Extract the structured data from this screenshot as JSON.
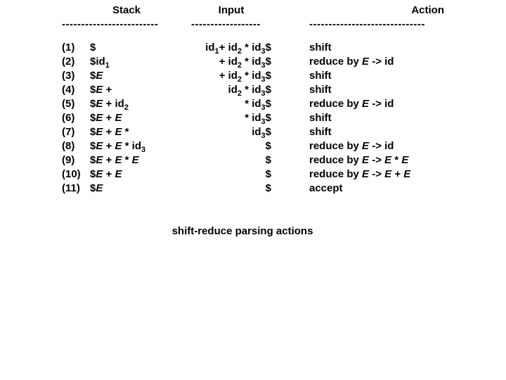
{
  "page": {
    "caption": "shift-reduce parsing actions"
  },
  "table": {
    "header": {
      "stack": "Stack",
      "input": "Input",
      "action": "Action"
    },
    "rules": {
      "stack": "-------------------------",
      "input": "------------------",
      "action": "------------------------------"
    },
    "rows": [
      {
        "num": "(1)",
        "stack": "$",
        "input": "id_1+ id_2 * id_3$",
        "action": "shift"
      },
      {
        "num": "(2)",
        "stack": "$id_1",
        "input": "+ id_2 * id_3$",
        "action": "reduce by ~E~ -> id"
      },
      {
        "num": "(3)",
        "stack": "$~E~",
        "input": "+ id_2 * id_3$",
        "action": "shift"
      },
      {
        "num": "(4)",
        "stack": "$~E~ +",
        "input": "id_2 * id_3$",
        "action": "shift"
      },
      {
        "num": "(5)",
        "stack": "$~E~ + id_2",
        "input": "* id_3$",
        "action": "reduce by ~E~ -> id"
      },
      {
        "num": "(6)",
        "stack": "$~E~ + ~E~",
        "input": "* id_3$",
        "action": "shift"
      },
      {
        "num": "(7)",
        "stack": "$~E~ + ~E~ *",
        "input": "id_3$",
        "action": "shift"
      },
      {
        "num": "(8)",
        "stack": "$~E~ + ~E~ * id_3",
        "input": "$",
        "action": "reduce by ~E~ -> id"
      },
      {
        "num": "(9)",
        "stack": "$~E~ + ~E~ * ~E~",
        "input": "$",
        "action": "reduce by ~E~ -> ~E~ * ~E~"
      },
      {
        "num": "(10)",
        "stack": "$~E~ + ~E~",
        "input": "$",
        "action": "reduce by ~E~ -> ~E~ + ~E~"
      },
      {
        "num": "(11)",
        "stack": "$~E~",
        "input": "$",
        "action": "accept"
      }
    ]
  }
}
